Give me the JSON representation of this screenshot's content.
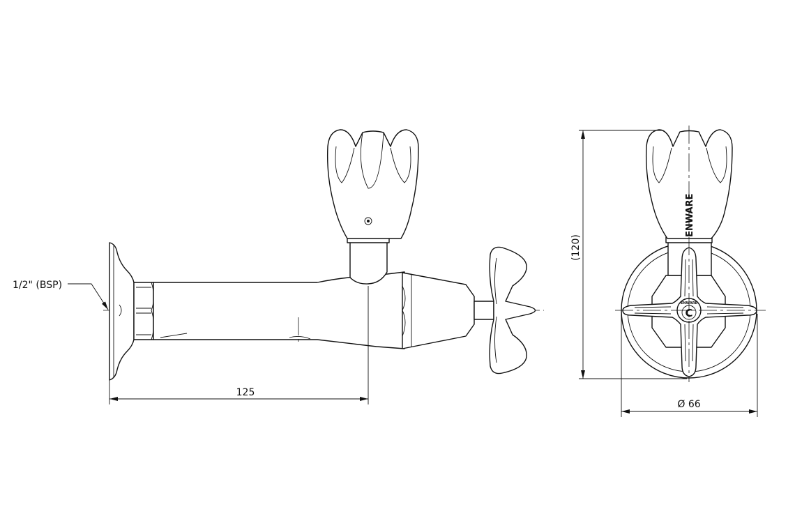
{
  "drawing": {
    "side_view": {
      "thread_label": "1/2\" (BSP)",
      "length_dimension": "125"
    },
    "front_view": {
      "height_dimension": "(120)",
      "diameter_dimension": "Ø 66",
      "handle_logo": "ENWARE",
      "cap_logo": "ENWARE",
      "cap_indicator": "C"
    }
  }
}
